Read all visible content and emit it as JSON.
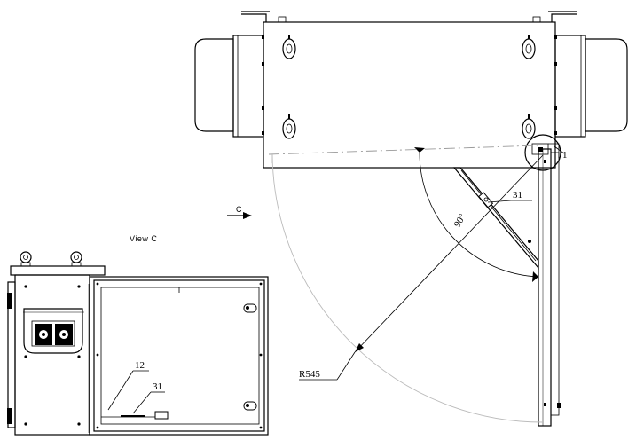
{
  "labels": {
    "view_arrow": "C",
    "view_title": "View C",
    "part_31_top": "31",
    "part_1": "1",
    "angle": "90°",
    "radius": "R545",
    "part_12": "12",
    "part_31_bottom": "31"
  }
}
